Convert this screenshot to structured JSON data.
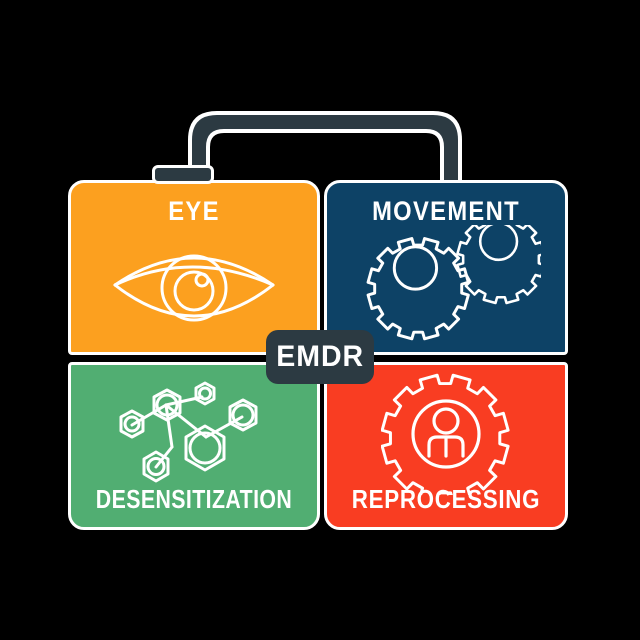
{
  "graphic": {
    "title": "EMDR",
    "type": "briefcase-acronym-infographic",
    "background_color": "#000000"
  },
  "center_badge": {
    "label": "EMDR",
    "background_color": "#2C3A42",
    "text_color": "#FFFFFF"
  },
  "handle": {
    "name": "briefcase-handle",
    "fill_color": "#2C3A42",
    "outline_color": "#FFFFFF"
  },
  "clasp": {
    "name": "briefcase-clasp",
    "fill_color": "#2C3A42",
    "outline_color": "#FFFFFF"
  },
  "panels": [
    {
      "key": "eye",
      "label": "EYE",
      "label_position": "top",
      "color": "#FCA01F",
      "icon": "eye-icon"
    },
    {
      "key": "movement",
      "label": "MOVEMENT",
      "label_position": "top",
      "color": "#0D4266",
      "icon": "gears-icon"
    },
    {
      "key": "desensitization",
      "label": "DESENSITIZATION",
      "label_position": "bottom",
      "color": "#51AE72",
      "icon": "molecule-icon"
    },
    {
      "key": "reprocessing",
      "label": "REPROCESSING",
      "label_position": "bottom",
      "color": "#F93D22",
      "icon": "person-in-gear-icon"
    }
  ]
}
